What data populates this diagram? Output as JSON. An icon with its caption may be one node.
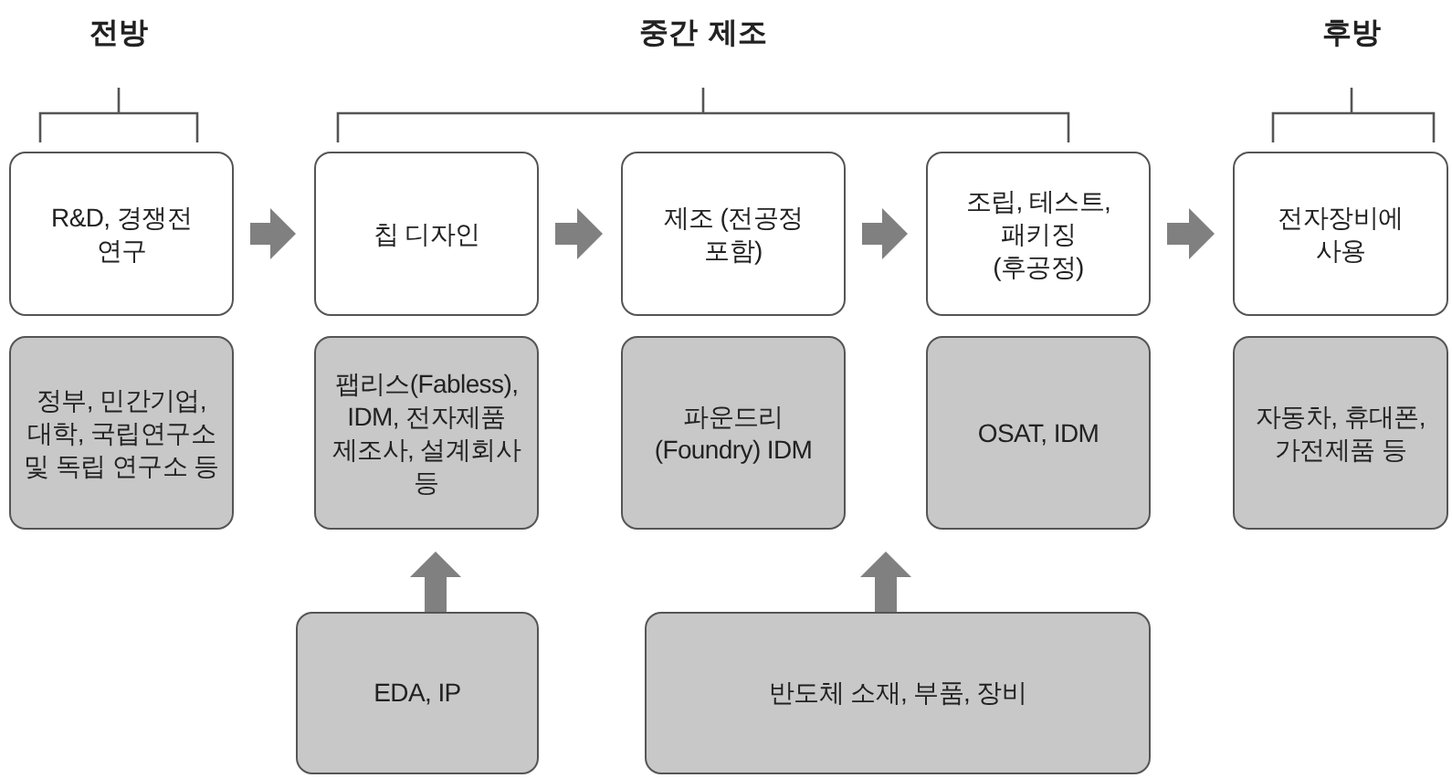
{
  "diagram": {
    "nodes": [
      {
        "text": [
          "R&D, 경쟁전 연구"
        ]
      },
      {
        "text": [
          "칩 디자인"
        ]
      },
      {
        "text": [
          "제조 (전공정 포함)"
        ]
      },
      {
        "text": [
          "조립, 테스트, 패키징 (후공정)"
        ]
      },
      {
        "text": [
          "전자장비에 사용"
        ]
      },
      {
        "text": [
          "정부, 민간기업, 대학, 국립연구소 및 독립 연구소 등"
        ]
      },
      {
        "text": [
          "팹리스(Fabless), IDM, 전자제품 제조사, 설계회사 등"
        ]
      },
      {
        "text": [
          "파운드리 (Foundry) IDM"
        ]
      },
      {
        "text": [
          "OSAT, IDM"
        ]
      },
      {
        "text": [
          "자동차, 휴대폰, 가전제품 등"
        ]
      },
      {
        "text": [
          "EDA, IP"
        ]
      },
      {
        "text": [
          "반도체 소재, 부품, 장비"
        ]
      }
    ],
    "edges": [
      {
        "from": 0,
        "to": 1,
        "arrow": "to"
      },
      {
        "from": 1,
        "to": 2,
        "arrow": "to"
      },
      {
        "from": 2,
        "to": 3,
        "arrow": "to"
      },
      {
        "from": 3,
        "to": 4,
        "arrow": "to"
      },
      {
        "from": 10,
        "to": 6,
        "arrow": "to"
      },
      {
        "from": 11,
        "to": 7,
        "arrow": "to"
      },
      {
        "from": 11,
        "to": 8,
        "arrow": "to"
      }
    ],
    "labels": [
      "전방",
      "중간 제조",
      "후방"
    ]
  }
}
